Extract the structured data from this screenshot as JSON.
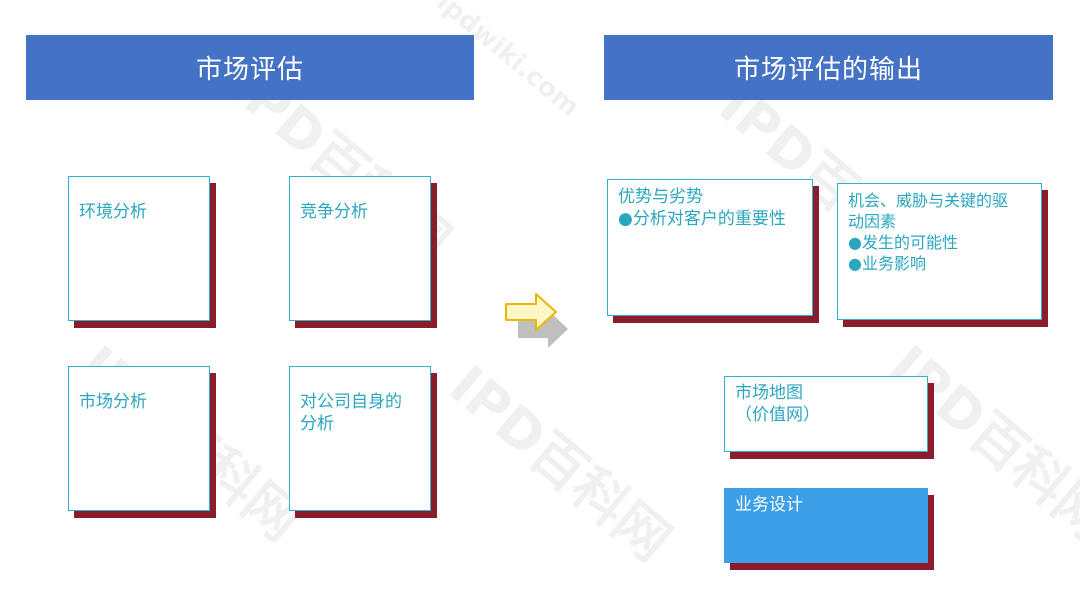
{
  "headers": {
    "left": "市场评估",
    "right": "市场评估的输出"
  },
  "left_cards": {
    "environment": "环境分析",
    "competition": "竞争分析",
    "market": "市场分析",
    "self_line1": "对公司自身的",
    "self_line2": "分析"
  },
  "right_cards": {
    "strengths_weaknesses": {
      "title": "优势与劣势",
      "bullet": "●分析对客户的重要性"
    },
    "opportunities_threats": {
      "title_line1": "机会、威胁与关键的驱",
      "title_line2": "动因素",
      "bullet1": "●发生的可能性",
      "bullet2": "●业务影响"
    },
    "market_map": {
      "line1": "市场地图",
      "line2": "（价值网）"
    },
    "business_design": "业务设计"
  },
  "watermark": {
    "brand": "IPD百科网",
    "site": "ipdwiki.com"
  },
  "colors": {
    "header_bg": "#4472c4",
    "card_border": "#2fb3c9",
    "card_shadow": "#8b1c2b",
    "card_text": "#2aa7bf",
    "highlight_bg": "#3d9fe8",
    "arrow_fill": "#fff7c8",
    "arrow_stroke": "#e8b800"
  },
  "icons": {
    "flow_arrow": "right-arrow-icon"
  }
}
